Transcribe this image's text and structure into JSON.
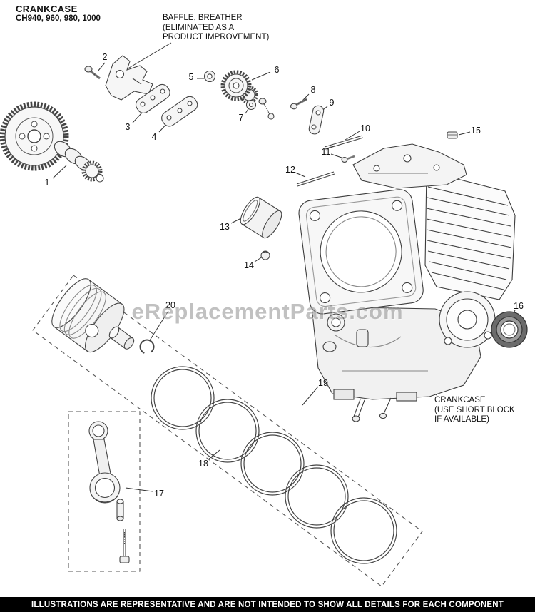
{
  "header": {
    "title": "CRANKCASE",
    "subtitle": "CH940, 960, 980, 1000"
  },
  "notes": {
    "baffle_note": "BAFFLE, BREATHER\n(ELIMINATED AS A\nPRODUCT IMPROVEMENT)",
    "crankcase_note": "CRANKCASE\n(USE SHORT BLOCK\nIF AVAILABLE)"
  },
  "watermark": "eReplacementParts.com",
  "footer": {
    "disclaimer": "ILLUSTRATIONS ARE REPRESENTATIVE AND ARE NOT INTENDED TO SHOW ALL DETAILS FOR EACH COMPONENT"
  },
  "diagram": {
    "callouts": [
      {
        "label": "1"
      },
      {
        "label": "2"
      },
      {
        "label": "3"
      },
      {
        "label": "4"
      },
      {
        "label": "5"
      },
      {
        "label": "6"
      },
      {
        "label": "7"
      },
      {
        "label": "8"
      },
      {
        "label": "9"
      },
      {
        "label": "10"
      },
      {
        "label": "11"
      },
      {
        "label": "12"
      },
      {
        "label": "13"
      },
      {
        "label": "14"
      },
      {
        "label": "15"
      },
      {
        "label": "16"
      },
      {
        "label": "17"
      },
      {
        "label": "18"
      },
      {
        "label": "19"
      },
      {
        "label": "20"
      }
    ]
  }
}
